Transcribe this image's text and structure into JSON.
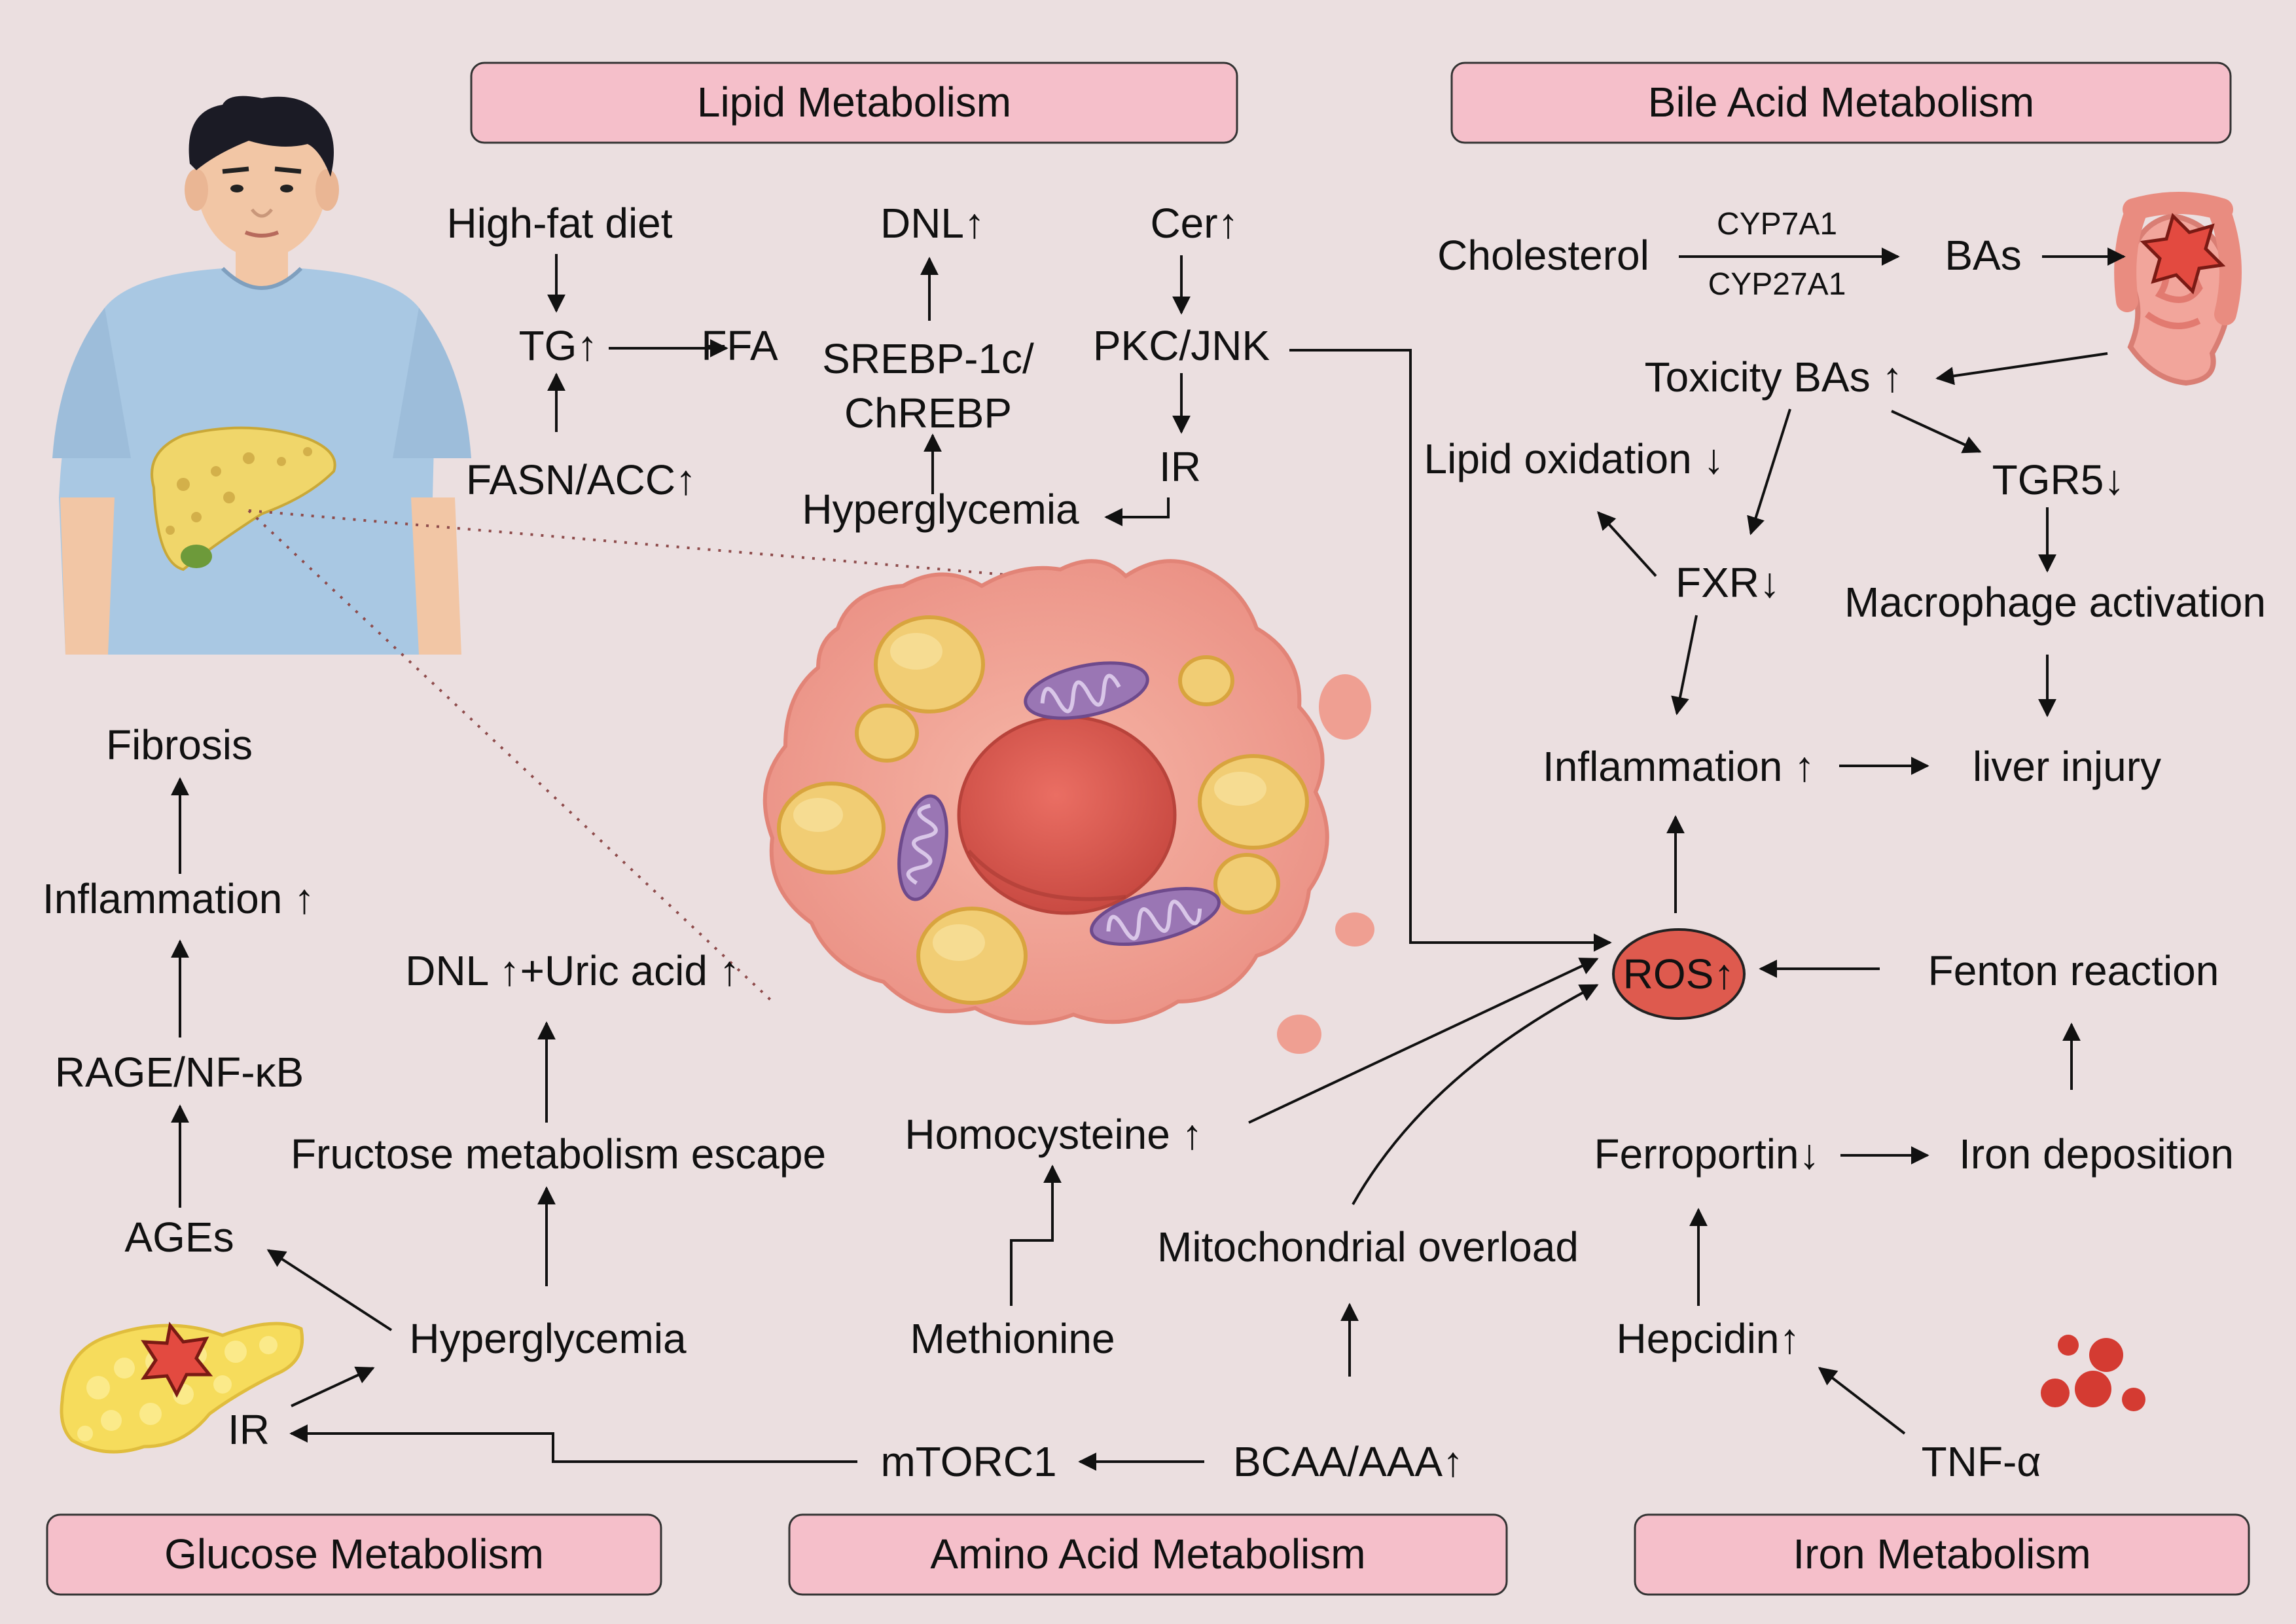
{
  "headers": {
    "lipid": "Lipid Metabolism",
    "bile": "Bile Acid Metabolism",
    "glucose": "Glucose Metabolism",
    "amino": "Amino Acid Metabolism",
    "iron": "Iron Metabolism"
  },
  "lipid": {
    "high_fat_diet": "High-fat diet",
    "tg": "TG↑",
    "ffa": "FFA",
    "fasn_acc": "FASN/ACC↑",
    "dnl": "DNL↑",
    "srebp_line1": "SREBP-1c/",
    "srebp_line2": "ChREBP",
    "hyperglycemia": "Hyperglycemia",
    "cer": "Cer↑",
    "pkc_jnk": "PKC/JNK",
    "ir": "IR"
  },
  "bile": {
    "cholesterol": "Cholesterol",
    "cyp7a1": "CYP7A1",
    "cyp27a1": "CYP27A1",
    "bas": "BAs",
    "toxicity_bas": "Toxicity BAs ↑",
    "lipid_oxidation": "Lipid oxidation ↓",
    "fxr": "FXR↓",
    "tgr5": "TGR5↓",
    "macrophage": "Macrophage activation",
    "inflammation": "Inflammation ↑",
    "liver_injury": "liver injury"
  },
  "glucose": {
    "fibrosis": "Fibrosis",
    "inflammation": "Inflammation ↑",
    "rage": "RAGE/NF-κB",
    "ages": "AGEs",
    "dnl_uric": "DNL ↑+Uric acid ↑",
    "fructose": "Fructose metabolism escape",
    "hyperglycemia": "Hyperglycemia",
    "ir": "IR"
  },
  "amino": {
    "homocysteine": "Homocysteine ↑",
    "methionine": "Methionine",
    "mito_overload": "Mitochondrial overload",
    "mtorc1": "mTORC1",
    "bcaa": "BCAA/AAA↑"
  },
  "iron": {
    "ros": "ROS↑",
    "fenton": "Fenton reaction",
    "ferroportin": "Ferroportin↓",
    "iron_deposition": "Iron deposition",
    "hepcidin": "Hepcidin↑",
    "tnf": "TNF-α"
  },
  "colors": {
    "background": "#ebdfe0",
    "header_fill": "#f5bfca",
    "ros_fill": "#de5a4e",
    "cell_fill": "#ef9f92",
    "lipid_droplet": "#f1cd74",
    "mitochondria": "#9a76b4",
    "nucleus": "#dc5f55",
    "liver": "#f0d66a",
    "shirt": "#a9c8e3",
    "iron_particle": "#d43b32"
  }
}
